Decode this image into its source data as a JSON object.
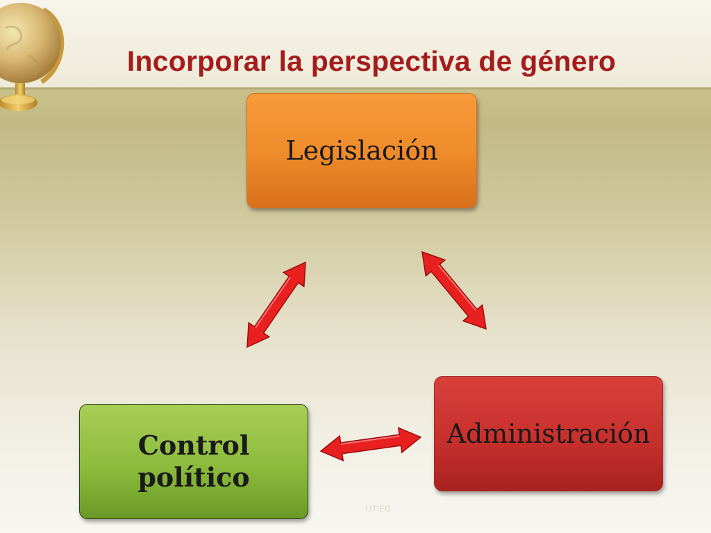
{
  "slide": {
    "title": "Incorporar la perspectiva de género",
    "footer": "UTIEG"
  },
  "diagram": {
    "nodes": [
      {
        "id": "legislacion",
        "label": "Legislación",
        "color": "#ee8a2a"
      },
      {
        "id": "administracion",
        "label": "Administración",
        "color": "#c8302d"
      },
      {
        "id": "control",
        "label": "Control político",
        "color": "#8cbb3c"
      }
    ],
    "edges": [
      {
        "from": "control",
        "to": "legislacion",
        "style": "double-arrow",
        "color": "#e82020"
      },
      {
        "from": "legislacion",
        "to": "administracion",
        "style": "double-arrow",
        "color": "#e82020"
      },
      {
        "from": "control",
        "to": "administracion",
        "style": "double-arrow",
        "color": "#e82020"
      }
    ]
  },
  "colors": {
    "title": "#a51c1c",
    "arrow": "#e82020"
  },
  "icons": {
    "decoration": "globe-icon"
  }
}
